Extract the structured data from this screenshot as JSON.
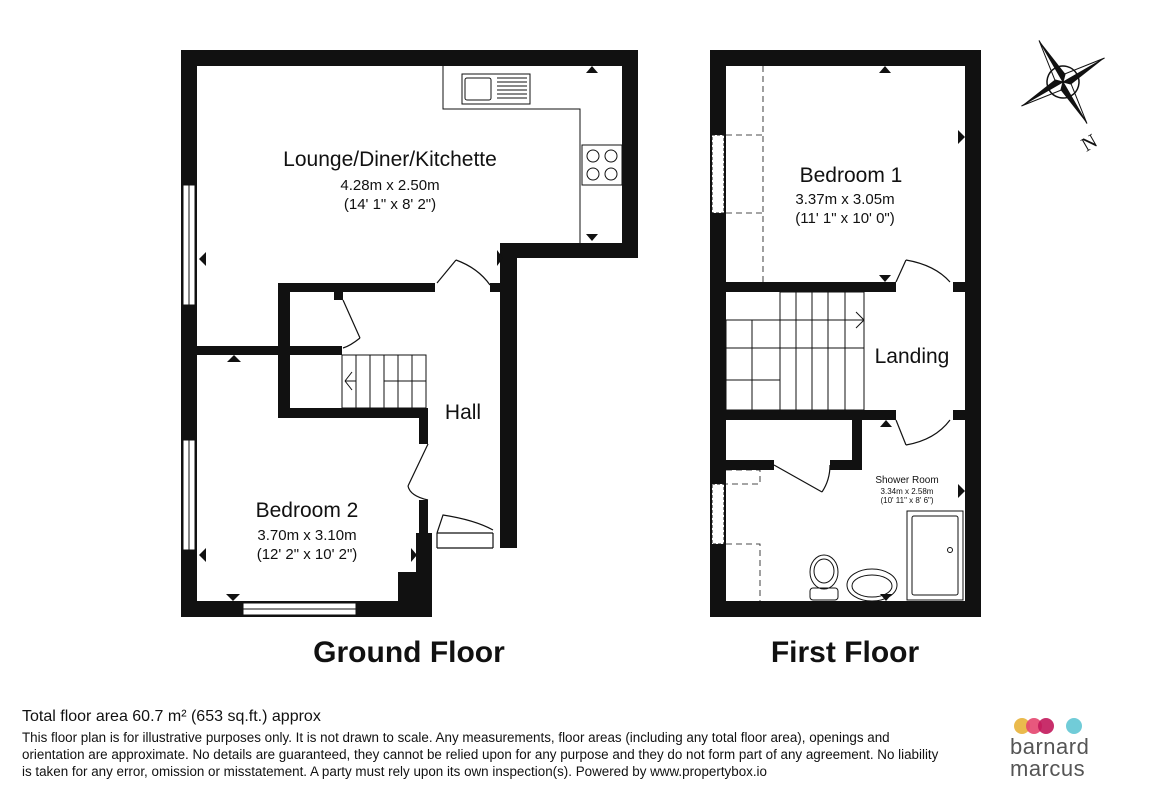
{
  "rooms": {
    "lounge": {
      "name": "Lounge/Diner/Kitchette",
      "metric": "4.28m x 2.50m",
      "imperial": "(14' 1\" x 8' 2\")"
    },
    "bedroom2": {
      "name": "Bedroom 2",
      "metric": "3.70m x 3.10m",
      "imperial": "(12' 2\" x 10' 2\")"
    },
    "hall": {
      "name": "Hall"
    },
    "bedroom1": {
      "name": "Bedroom 1",
      "metric": "3.37m x 3.05m",
      "imperial": "(11' 1\" x 10' 0\")"
    },
    "landing": {
      "name": "Landing"
    },
    "shower": {
      "name": "Shower Room",
      "metric": "3.34m x 2.58m",
      "imperial": "(10' 11\" x 8' 6\")"
    }
  },
  "floors": {
    "ground": "Ground Floor",
    "first": "First Floor"
  },
  "compass": {
    "north": "N"
  },
  "footer": {
    "total_area": "Total floor area 60.7 m² (653 sq.ft.) approx",
    "disclaimer": "This floor plan is for illustrative purposes only. It is not drawn to scale. Any measurements, floor areas (including any total floor area), openings and orientation are approximate. No details are guaranteed, they cannot be relied upon for any purpose and they do not form part of any agreement. No liability is taken for any error, omission or misstatement. A party must rely upon its own inspection(s). Powered by www.propertybox.io"
  },
  "logo": {
    "line1": "barnard",
    "line2": "marcus",
    "dot_colors": [
      "#e8b33a",
      "#e4466f",
      "#c2185b",
      "#62c6d4"
    ]
  },
  "colors": {
    "wall": "#111111"
  }
}
